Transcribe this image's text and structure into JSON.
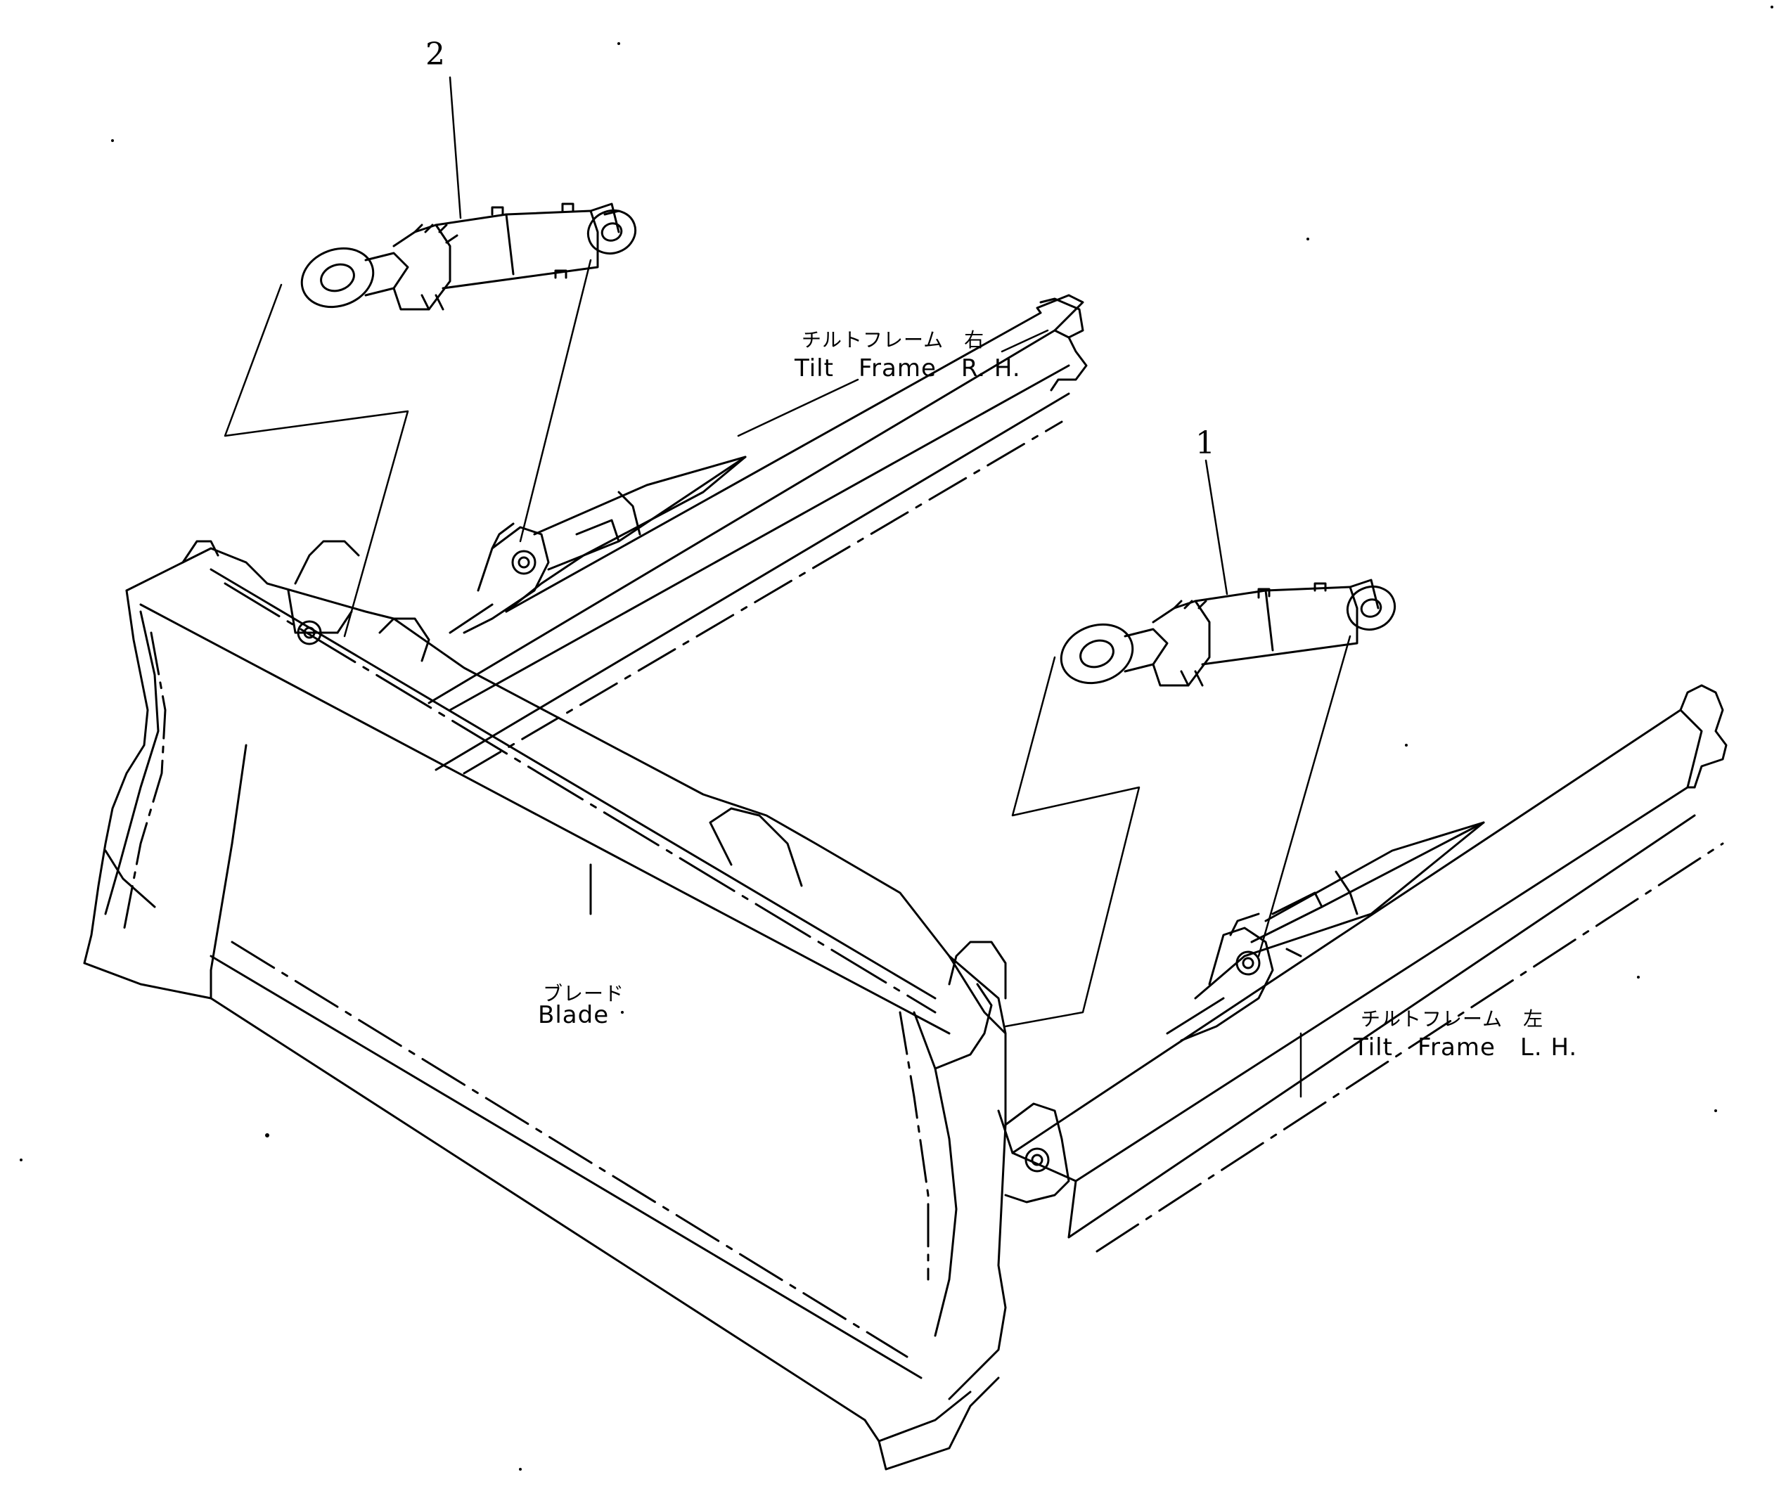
{
  "diagram": {
    "callouts": [
      {
        "number": "2"
      },
      {
        "number": "1"
      }
    ],
    "labels": {
      "tilt_frame_rh": {
        "jp": "チルトフレーム　右",
        "en": "Tilt　Frame　R. H."
      },
      "tilt_frame_lh": {
        "jp": "チルトフレーム　左",
        "en": "Tilt　Frame　L. H."
      },
      "blade": {
        "jp": "ブレード",
        "en": "Blade"
      }
    }
  }
}
